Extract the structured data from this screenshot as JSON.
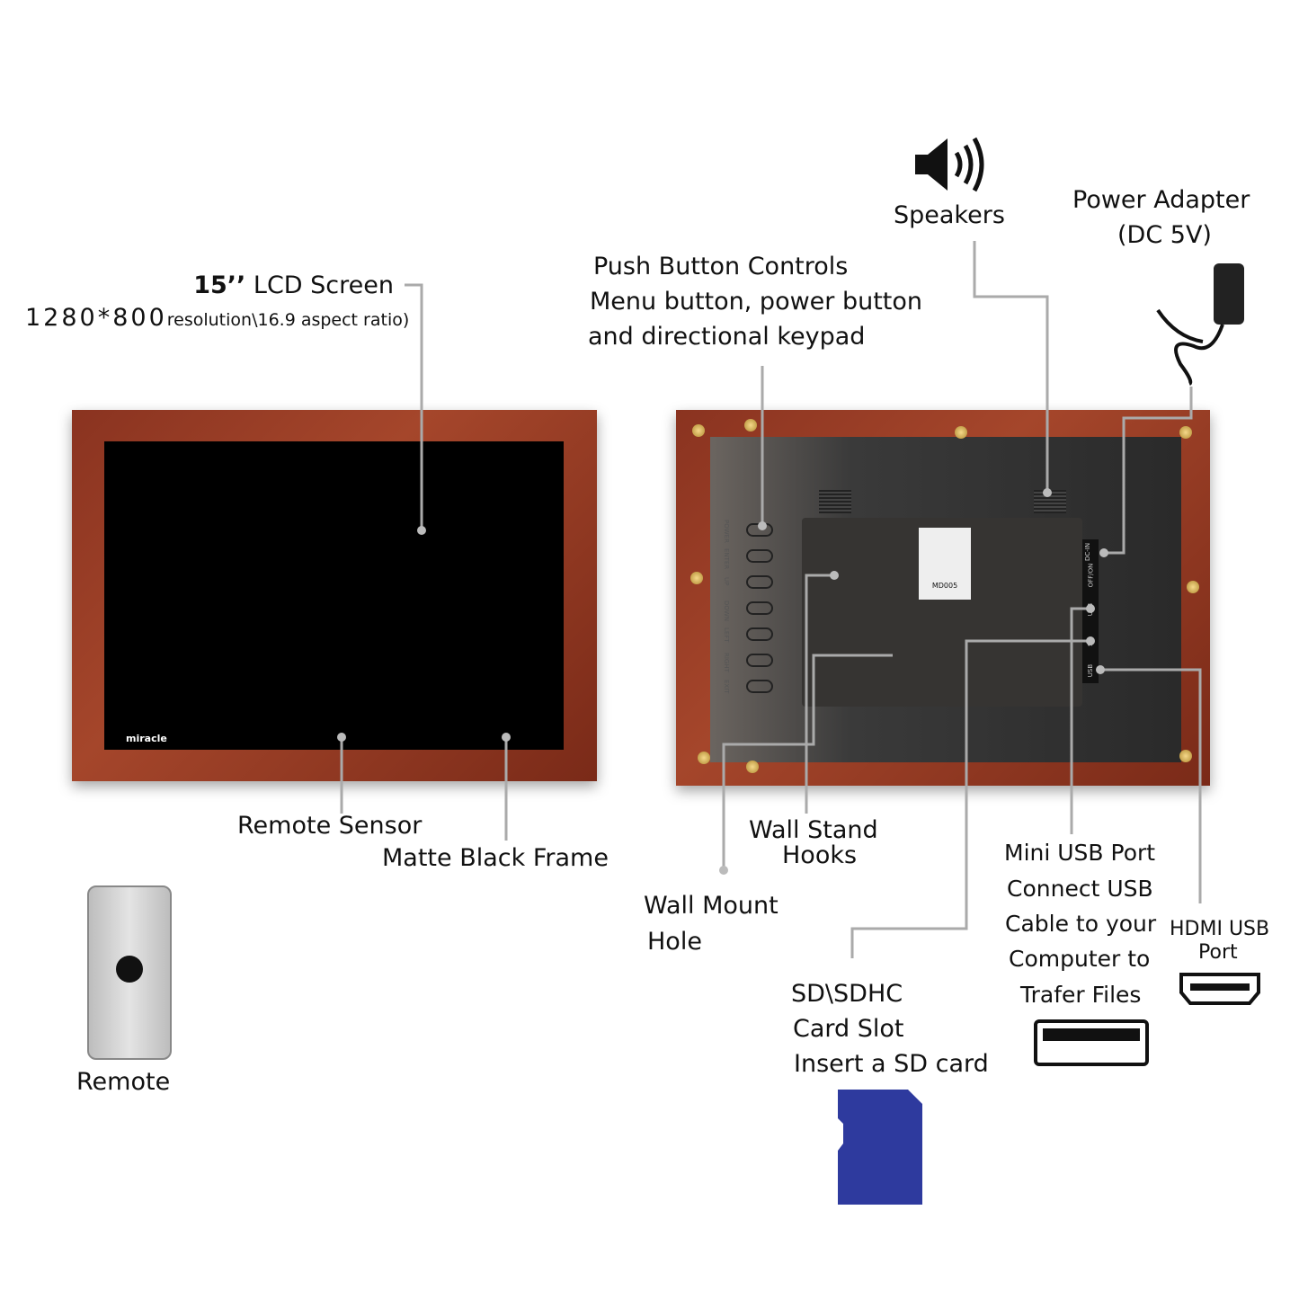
{
  "lcd": {
    "size": "15’’",
    "title": " LCD Screen",
    "resolution": "1280*800",
    "resolution_detail": "resolution\\16.9 aspect ratio)"
  },
  "push": {
    "line1": "Push Button Controls",
    "line2": "Menu button, power button",
    "line3": "and directional keypad"
  },
  "speakers": "Speakers",
  "power": {
    "line1": "Power Adapter",
    "line2": "(DC 5V)"
  },
  "remote_sensor": "Remote Sensor",
  "matte_frame": "Matte Black Frame",
  "wall_stand": {
    "line1": "Wall Stand",
    "line2": "Hooks"
  },
  "wall_mount": {
    "line1": "Wall Mount",
    "line2": "Hole"
  },
  "sd": {
    "line1": "SD\\SDHC",
    "line2": "Card Slot",
    "line3": "Insert a SD card"
  },
  "mini_usb": {
    "line1": "Mini USB Port",
    "line2": "Connect USB",
    "line3": "Cable to your",
    "line4": "Computer to",
    "line5": "Trafer Files"
  },
  "hdmi": {
    "line1": "HDMI USB",
    "line2": "Port"
  },
  "remote": "Remote",
  "brand": "miracle",
  "model": "MD005",
  "buttons": [
    "POWER",
    "ENTER",
    "UP",
    "DOWN",
    "LEFT",
    "RIGHT",
    "EXIT"
  ],
  "ports": [
    "DC-IN",
    "OFF/ON",
    "USB",
    "SD",
    "USB"
  ],
  "colors": {
    "frame": "#9a3f26",
    "leader": "#aaaaaa",
    "sd_card": "#2e3a9e"
  }
}
